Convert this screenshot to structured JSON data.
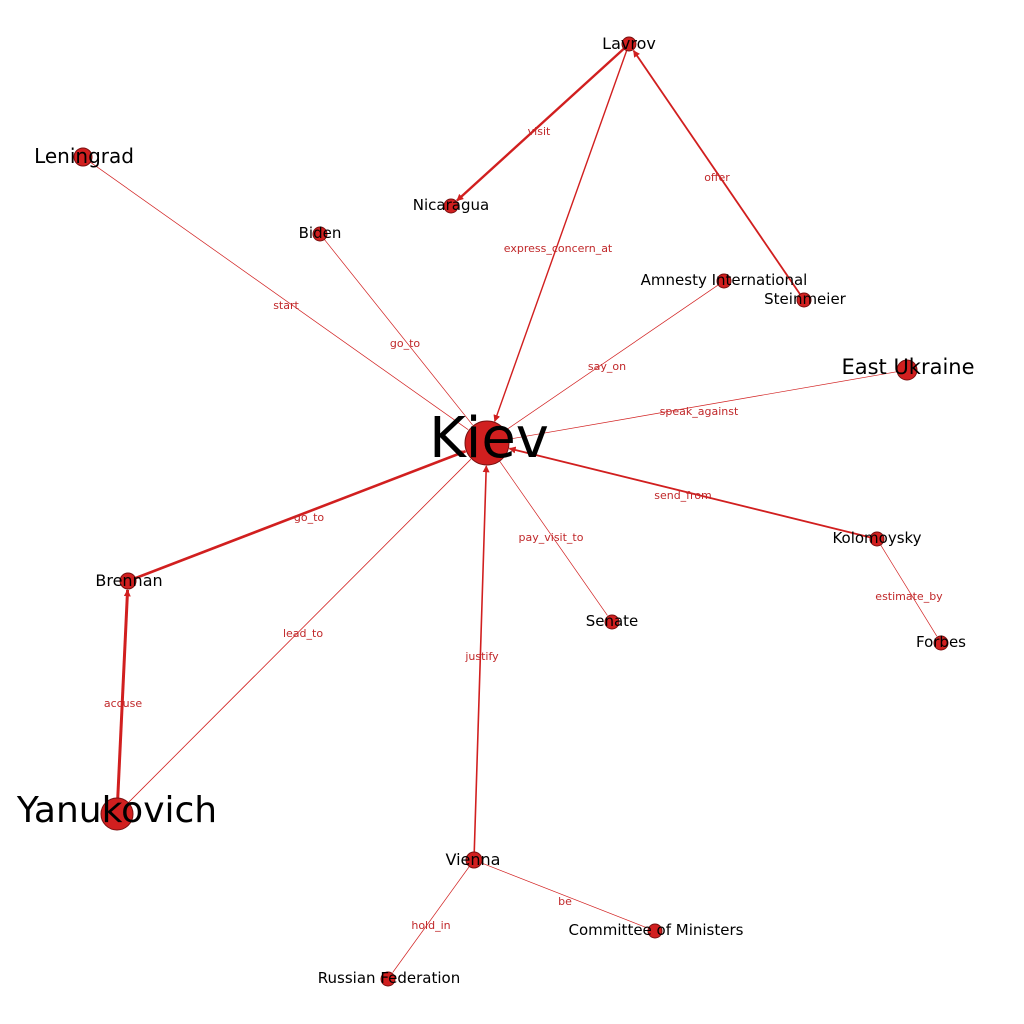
{
  "colors": {
    "edge": "#d11f1f",
    "node_fill": "#d11f1f",
    "node_stroke": "#7a1010",
    "edge_label": "#c0282a",
    "label": "#000000"
  },
  "nodes": [
    {
      "id": "kiev",
      "label": "Kiev"
    },
    {
      "id": "lavrov",
      "label": "Lavrov"
    },
    {
      "id": "leningrad",
      "label": "Leningrad"
    },
    {
      "id": "nicaragua",
      "label": "Nicaragua"
    },
    {
      "id": "biden",
      "label": "Biden"
    },
    {
      "id": "amnesty",
      "label": "Amnesty International"
    },
    {
      "id": "steinmeier",
      "label": "Steinmeier"
    },
    {
      "id": "east_ukraine",
      "label": "East Ukraine"
    },
    {
      "id": "kolomoysky",
      "label": "Kolomoysky"
    },
    {
      "id": "forbes",
      "label": "Forbes"
    },
    {
      "id": "senate",
      "label": "Senate"
    },
    {
      "id": "brennan",
      "label": "Brennan"
    },
    {
      "id": "yanukovich",
      "label": "Yanukovich"
    },
    {
      "id": "vienna",
      "label": "Vienna"
    },
    {
      "id": "committee",
      "label": "Committee of Ministers"
    },
    {
      "id": "russian_federation",
      "label": "Russian Federation"
    }
  ],
  "edges": [
    {
      "source": "lavrov",
      "target": "nicaragua",
      "label": "visit",
      "directed": true
    },
    {
      "source": "lavrov",
      "target": "kiev",
      "label": "express_concern_at",
      "directed": true
    },
    {
      "source": "steinmeier",
      "target": "lavrov",
      "label": "offer",
      "directed": true
    },
    {
      "source": "leningrad",
      "target": "kiev",
      "label": "start",
      "directed": false
    },
    {
      "source": "biden",
      "target": "kiev",
      "label": "go_to",
      "directed": false
    },
    {
      "source": "amnesty",
      "target": "kiev",
      "label": "say_on",
      "directed": false
    },
    {
      "source": "east_ukraine",
      "target": "kiev",
      "label": "speak_against",
      "directed": false
    },
    {
      "source": "kolomoysky",
      "target": "kiev",
      "label": "send_from",
      "directed": true
    },
    {
      "source": "kolomoysky",
      "target": "forbes",
      "label": "estimate_by",
      "directed": false
    },
    {
      "source": "kiev",
      "target": "senate",
      "label": "pay_visit_to",
      "directed": false
    },
    {
      "source": "brennan",
      "target": "kiev",
      "label": "go_to",
      "directed": true
    },
    {
      "source": "yanukovich",
      "target": "brennan",
      "label": "accuse",
      "directed": true
    },
    {
      "source": "yanukovich",
      "target": "kiev",
      "label": "lead_to",
      "directed": false
    },
    {
      "source": "vienna",
      "target": "kiev",
      "label": "justify",
      "directed": true
    },
    {
      "source": "vienna",
      "target": "committee",
      "label": "be",
      "directed": false
    },
    {
      "source": "vienna",
      "target": "russian_federation",
      "label": "hold_in",
      "directed": false
    }
  ]
}
